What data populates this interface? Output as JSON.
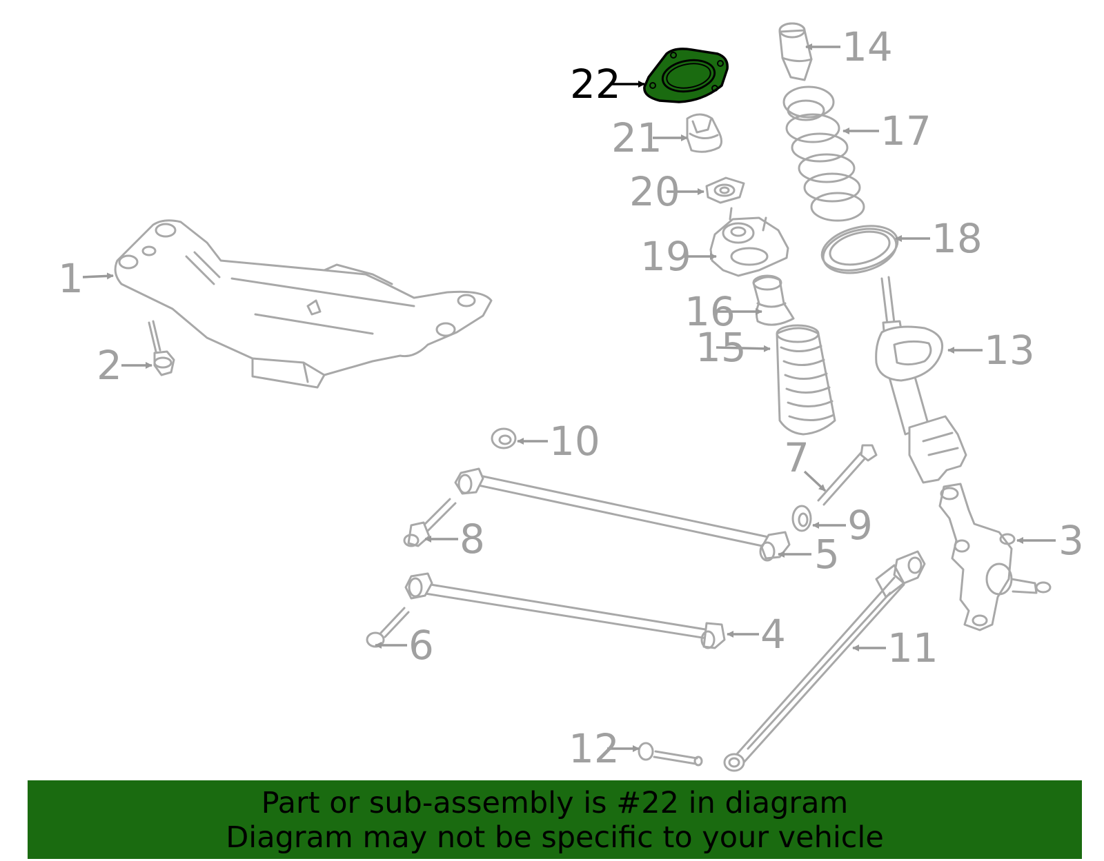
{
  "diagram": {
    "callouts": [
      {
        "id": "1",
        "label": "1"
      },
      {
        "id": "2",
        "label": "2"
      },
      {
        "id": "3",
        "label": "3"
      },
      {
        "id": "4",
        "label": "4"
      },
      {
        "id": "5",
        "label": "5"
      },
      {
        "id": "6",
        "label": "6"
      },
      {
        "id": "7",
        "label": "7"
      },
      {
        "id": "8",
        "label": "8"
      },
      {
        "id": "9",
        "label": "9"
      },
      {
        "id": "10",
        "label": "10"
      },
      {
        "id": "11",
        "label": "11"
      },
      {
        "id": "12",
        "label": "12"
      },
      {
        "id": "13",
        "label": "13"
      },
      {
        "id": "14",
        "label": "14"
      },
      {
        "id": "15",
        "label": "15"
      },
      {
        "id": "16",
        "label": "16"
      },
      {
        "id": "17",
        "label": "17"
      },
      {
        "id": "18",
        "label": "18"
      },
      {
        "id": "19",
        "label": "19"
      },
      {
        "id": "20",
        "label": "20"
      },
      {
        "id": "21",
        "label": "21"
      },
      {
        "id": "22",
        "label": "22",
        "highlighted": true
      }
    ],
    "highlight_color": "#1a6b10",
    "part_line_color": "#a8a8a8"
  },
  "banner": {
    "line1": "Part or sub-assembly is #22 in diagram",
    "line2": "Diagram may not be specific to your vehicle",
    "background": "#1a6b10"
  }
}
